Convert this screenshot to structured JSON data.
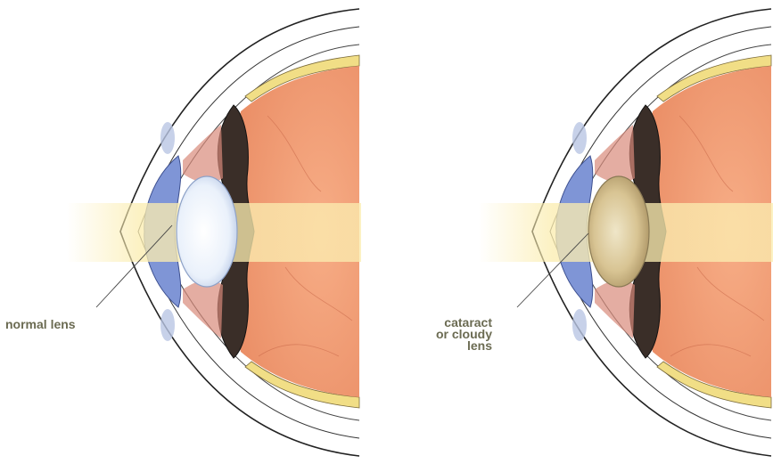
{
  "labels": {
    "normal_lens": "normal lens",
    "cataract_lens": [
      "cataract",
      "or cloudy",
      "lens"
    ]
  },
  "colors": {
    "retina": "#f2a07a",
    "retina_dark": "#e88a63",
    "iris": "#3a2e28",
    "cornea_blue": "#7f95d6",
    "light_beam": "#fbedb0",
    "normal_lens_fill": "#e6eef9",
    "cloudy_lens_fill": "#d9c49a",
    "sclera_line": "#222222",
    "label_text": "#6b6b52"
  }
}
